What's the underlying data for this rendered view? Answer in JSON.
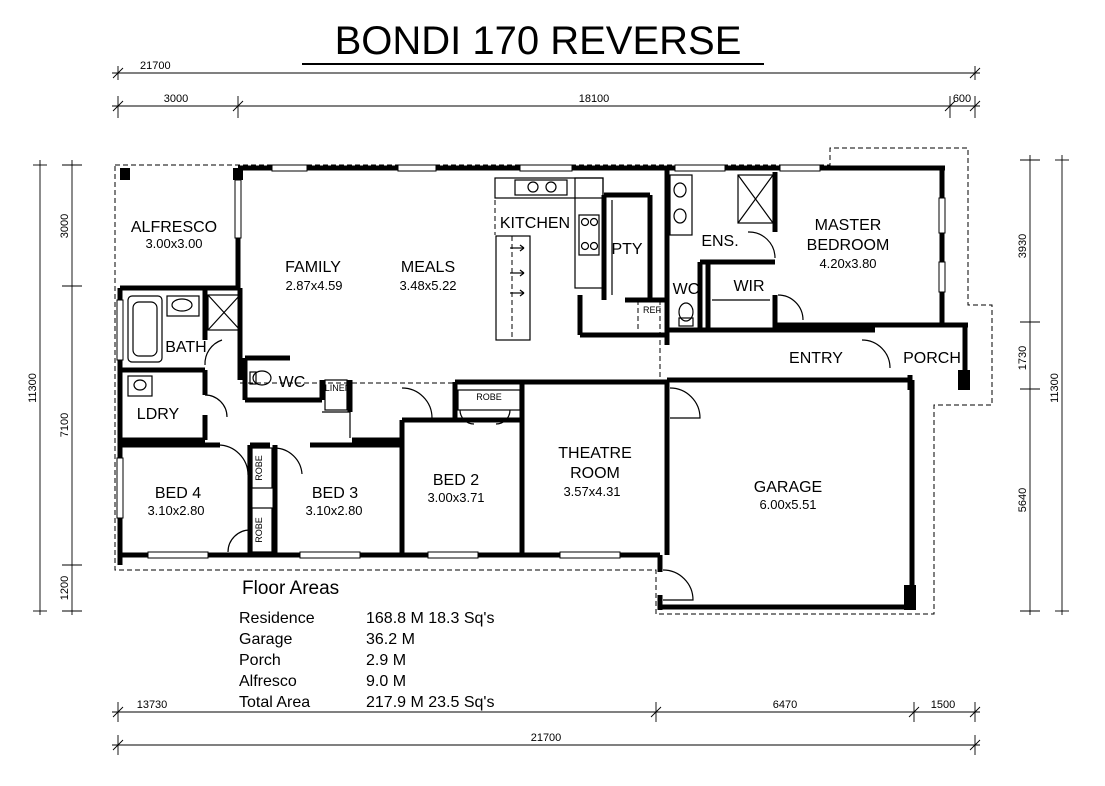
{
  "title": "BONDI 170 REVERSE",
  "dimensions": {
    "top_total": "21700",
    "top_left": "3000",
    "top_middle": "18100",
    "top_right": "600",
    "left_total": "11300",
    "left_top": "3000",
    "left_middle": "7100",
    "left_bottom": "1200",
    "right_top": "3930",
    "right_middle": "1730",
    "right_bottom": "5640",
    "right_total": "11300",
    "bottom_left": "13730",
    "bottom_middle": "6470",
    "bottom_right": "1500",
    "bottom_total": "21700"
  },
  "rooms": {
    "alfresco": {
      "name": "ALFRESCO",
      "size": "3.00x3.00"
    },
    "family": {
      "name": "FAMILY",
      "size": "2.87x4.59"
    },
    "meals": {
      "name": "MEALS",
      "size": "3.48x5.22"
    },
    "kitchen": {
      "name": "KITCHEN"
    },
    "pty": {
      "name": "PTY"
    },
    "ref": {
      "name": "REF"
    },
    "ens": {
      "name": "ENS."
    },
    "master": {
      "name_line1": "MASTER",
      "name_line2": "BEDROOM",
      "size": "4.20x3.80"
    },
    "wc_ens": {
      "name": "WC"
    },
    "wir": {
      "name": "WIR"
    },
    "entry": {
      "name": "ENTRY"
    },
    "porch": {
      "name": "PORCH"
    },
    "bath": {
      "name": "BATH"
    },
    "wc": {
      "name": "WC"
    },
    "linen": {
      "name": "LINEN"
    },
    "ldry": {
      "name": "LDRY"
    },
    "robe_bed2": {
      "name": "ROBE"
    },
    "robe_bed3": {
      "name": "ROBE"
    },
    "robe_bed4": {
      "name": "ROBE"
    },
    "bed4": {
      "name": "BED 4",
      "size": "3.10x2.80"
    },
    "bed3": {
      "name": "BED 3",
      "size": "3.10x2.80"
    },
    "bed2": {
      "name": "BED 2",
      "size": "3.00x3.71"
    },
    "theatre": {
      "name_line1": "THEATRE",
      "name_line2": "ROOM",
      "size": "3.57x4.31"
    },
    "garage": {
      "name": "GARAGE",
      "size": "6.00x5.51"
    }
  },
  "floor_areas": {
    "heading": "Floor Areas",
    "rows": [
      {
        "label": "Residence",
        "value": "168.8 M 18.3 Sq's"
      },
      {
        "label": "Garage",
        "value": "36.2 M"
      },
      {
        "label": "Porch",
        "value": "2.9 M"
      },
      {
        "label": "Alfresco",
        "value": "9.0 M"
      },
      {
        "label": "Total Area",
        "value": "217.9 M 23.5 Sq's"
      }
    ]
  }
}
